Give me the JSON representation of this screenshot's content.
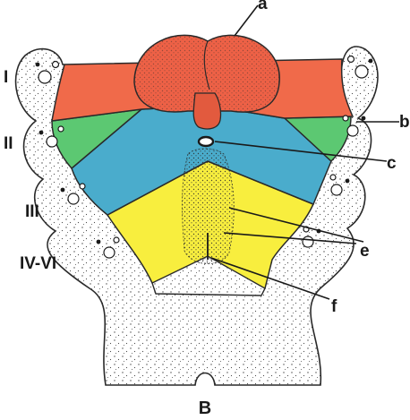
{
  "figure": {
    "panel_label": "B",
    "arch_labels": [
      "I",
      "II",
      "III",
      "IV-VI"
    ],
    "pointer_labels": {
      "a": "a",
      "b": "b",
      "c": "c",
      "e": "e",
      "f": "f"
    },
    "colors": {
      "arch_1": "#f06a4a",
      "arch_1_bulge": "#ee6146",
      "arch_2": "#5cc872",
      "arch_3": "#4aaccc",
      "arch_4_6": "#f8ee3e",
      "outline": "#2a2a2a",
      "stipple": "#3a3a3a"
    }
  }
}
